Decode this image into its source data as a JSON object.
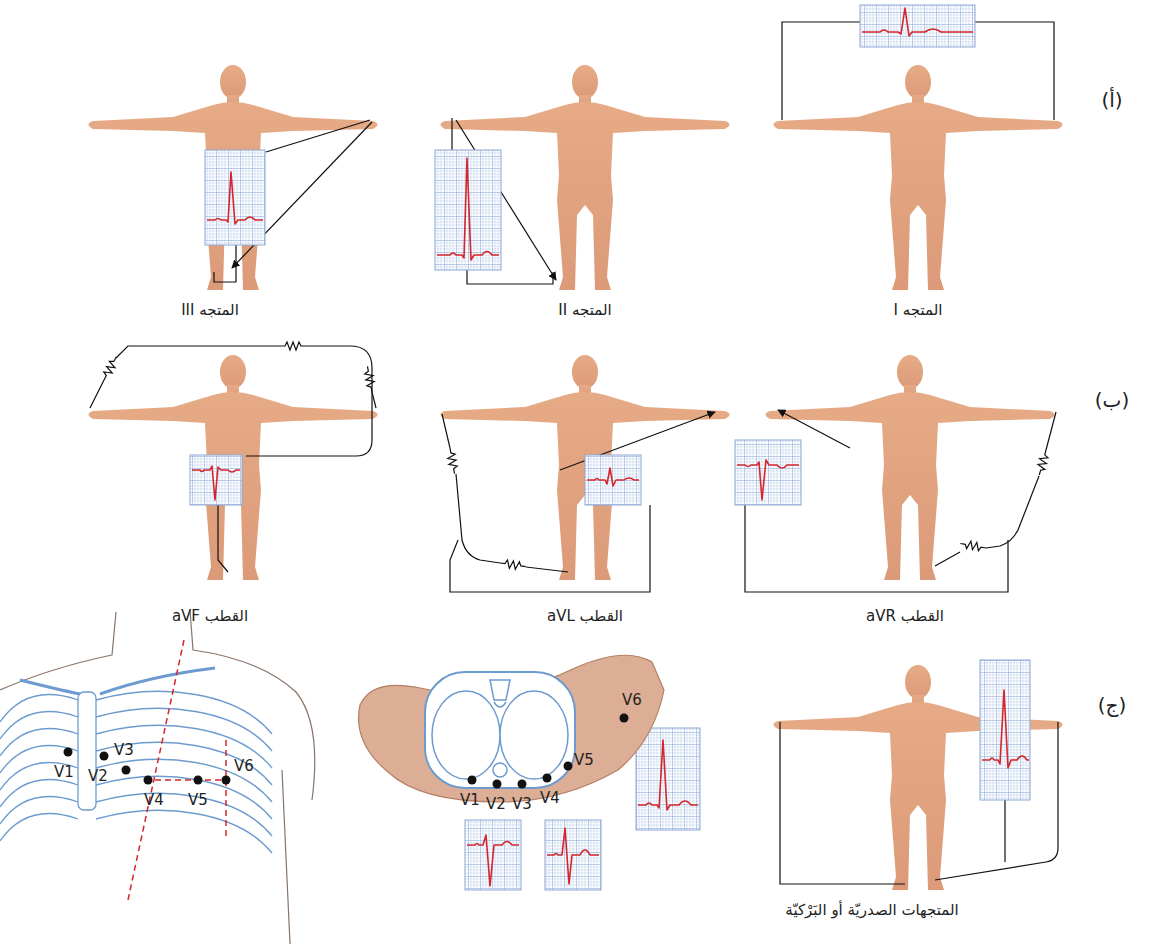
{
  "diagram": {
    "labels": [
      "(أ)",
      "المتجه I",
      "المتجه II",
      "المتجه III",
      "(ب)",
      "القطب aVR",
      "القطب aVL",
      "القطب aVF",
      "(ج)",
      "المتجهات الصدريّة أو البَرْكيّة",
      "V1",
      "V2",
      "V3",
      "V4",
      "V5",
      "V6",
      "V1",
      "V2",
      "V3",
      "V4",
      "V5",
      "V6"
    ]
  }
}
